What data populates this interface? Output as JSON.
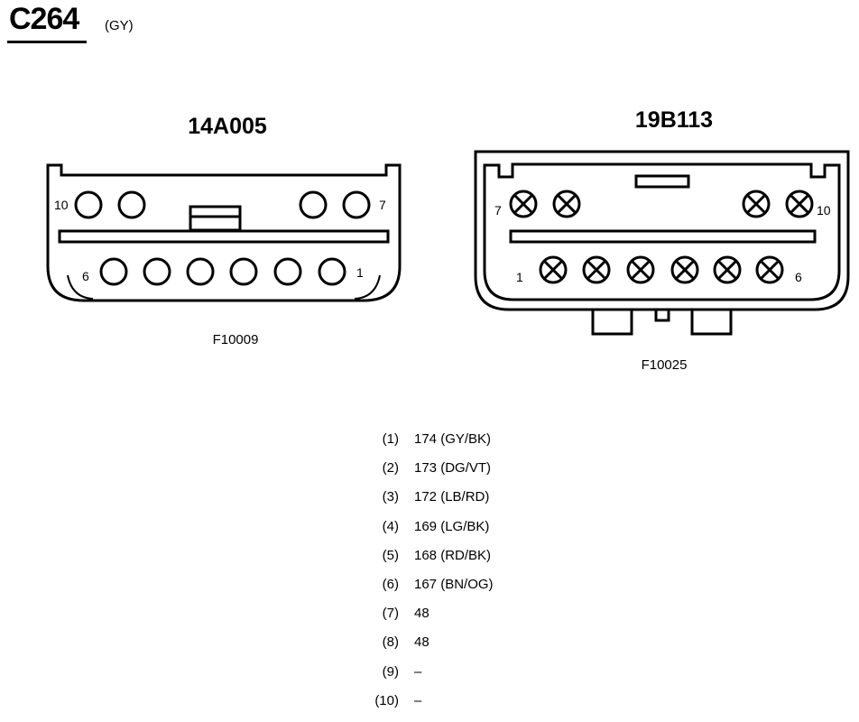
{
  "header": {
    "title": "C264",
    "color_code": "(GY)"
  },
  "left_connector": {
    "part_number": "14A005",
    "figure_id": "F10009",
    "pin_labels": {
      "top_left": "10",
      "top_right": "7",
      "bottom_left": "6",
      "bottom_right": "1"
    }
  },
  "right_connector": {
    "part_number": "19B113",
    "figure_id": "F10025",
    "pin_labels": {
      "top_left": "7",
      "top_right": "10",
      "bottom_left": "1",
      "bottom_right": "6"
    }
  },
  "pins": [
    {
      "num": "(1)",
      "circuit": "174 (GY/BK)"
    },
    {
      "num": "(2)",
      "circuit": "173 (DG/VT)"
    },
    {
      "num": "(3)",
      "circuit": "172 (LB/RD)"
    },
    {
      "num": "(4)",
      "circuit": "169 (LG/BK)"
    },
    {
      "num": "(5)",
      "circuit": "168 (RD/BK)"
    },
    {
      "num": "(6)",
      "circuit": "167 (BN/OG)"
    },
    {
      "num": "(7)",
      "circuit": "48"
    },
    {
      "num": "(8)",
      "circuit": "48"
    },
    {
      "num": "(9)",
      "circuit": "–"
    },
    {
      "num": "(10)",
      "circuit": "–"
    }
  ]
}
